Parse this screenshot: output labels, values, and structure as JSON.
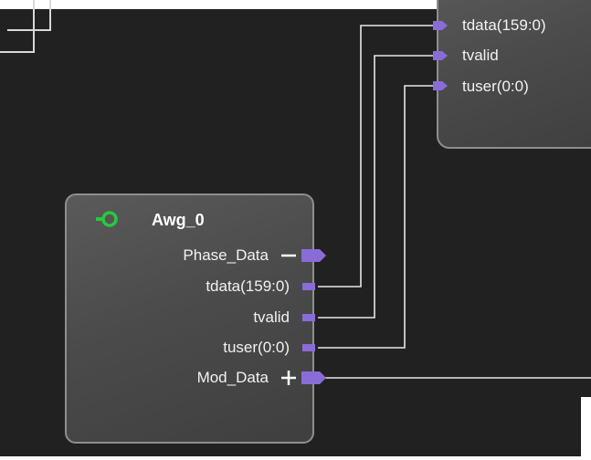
{
  "colors": {
    "background": "#212121",
    "block_fill": "#4b4b4b",
    "block_border": "#8e8e8e",
    "wire": "#e8e8e8",
    "port": "#8a6cd8",
    "clock_icon": "#27c93f"
  },
  "top_block": {
    "ports": [
      {
        "label": "tdata(159:0)"
      },
      {
        "label": "tvalid"
      },
      {
        "label": "tuser(0:0)"
      }
    ]
  },
  "awg_block": {
    "title": "Awg_0",
    "status_icon": "clock-icon",
    "ports": [
      {
        "label": "Phase_Data",
        "expander": "−"
      },
      {
        "label": "tdata(159:0)"
      },
      {
        "label": "tvalid"
      },
      {
        "label": "tuser(0:0)"
      },
      {
        "label": "Mod_Data",
        "expander": "+"
      }
    ]
  }
}
